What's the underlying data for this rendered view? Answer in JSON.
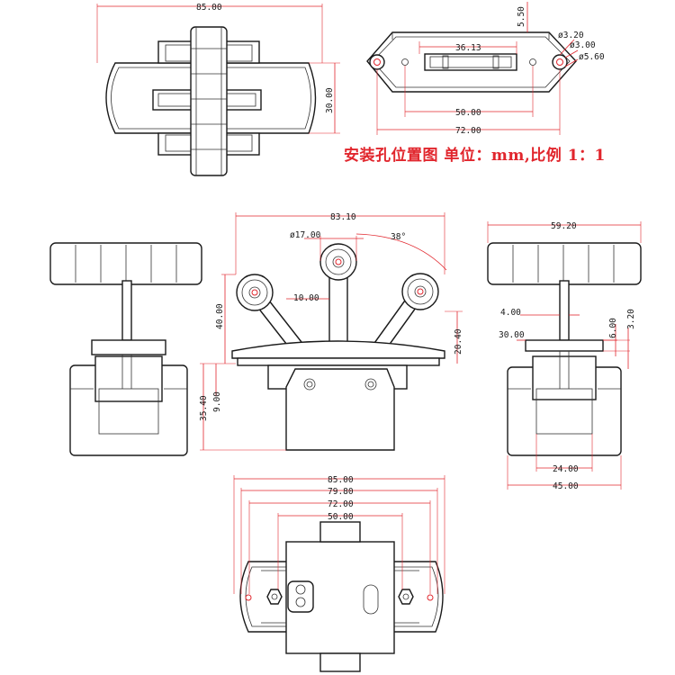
{
  "title": "安装孔位置图 单位：mm,比例 1：1",
  "colors": {
    "line": "#1a1a1a",
    "dimension": "#e1262d",
    "background": "#ffffff"
  },
  "top_view": {
    "width": "85.00",
    "height": "30.00"
  },
  "mount_plate": {
    "d1": "5.50",
    "d2": "ø3.20",
    "d3": "ø3.00",
    "d4": "ø5.60",
    "slot": "36.13",
    "holes": "50.00",
    "overall": "72.00"
  },
  "front_view": {
    "width": "83.10",
    "knob": "ø17.00",
    "angle": "38°",
    "spacing": "10.00",
    "height": "40.00",
    "plate": "20.40",
    "base": "9.00",
    "total": "35.40"
  },
  "side_view": {
    "width": "59.20",
    "shaft": "4.00",
    "collar": "30.00",
    "d1": "6.00",
    "d2": "3.20",
    "inner": "24.00",
    "body": "45.00"
  },
  "bottom_view": {
    "w1": "85.00",
    "w2": "79.80",
    "w3": "72.00",
    "w4": "50.00"
  }
}
